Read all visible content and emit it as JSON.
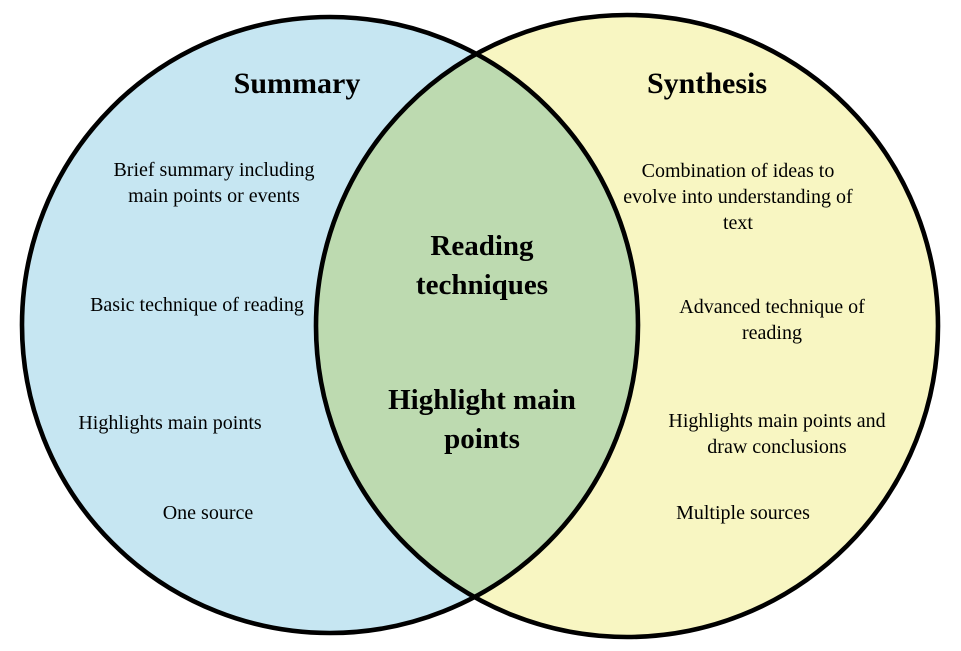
{
  "diagram": {
    "type": "venn",
    "outline_color": "#000000",
    "background_color": "#ffffff",
    "left_circle": {
      "label": "Summary",
      "color": "#c6e6f2",
      "items": [
        {
          "lines": [
            "Brief summary including",
            "main points or events"
          ]
        },
        {
          "lines": [
            "Basic technique of reading"
          ]
        },
        {
          "lines": [
            "Highlights main points"
          ]
        },
        {
          "lines": [
            "One source"
          ]
        }
      ]
    },
    "right_circle": {
      "label": "Synthesis",
      "color": "#f8f6c2",
      "items": [
        {
          "lines": [
            "Combination of ideas to",
            "evolve into understanding of",
            "text"
          ]
        },
        {
          "lines": [
            "Advanced technique of",
            "reading"
          ]
        },
        {
          "lines": [
            "Highlights main points and",
            "draw conclusions"
          ]
        },
        {
          "lines": [
            "Multiple sources"
          ]
        }
      ]
    },
    "overlap": {
      "color": "#bddab0",
      "items": [
        {
          "lines": [
            "Reading",
            "techniques"
          ]
        },
        {
          "lines": [
            "Highlight main",
            "points"
          ]
        }
      ]
    }
  }
}
